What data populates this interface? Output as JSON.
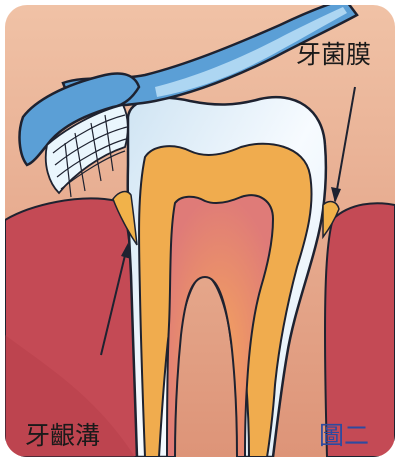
{
  "diagram": {
    "labels": {
      "plaque": "牙菌膜",
      "gingival_sulcus": "牙齦溝",
      "figure_number": "圖二"
    },
    "colors": {
      "background": "#e3a386",
      "gum": "#c44a55",
      "gum_shadow": "#b23a45",
      "enamel": "#f7fbff",
      "enamel_shade": "#cfe4f3",
      "dentin": "#f0ac4e",
      "pulp": "#df7b78",
      "pulp_core": "#f3a25f",
      "plaque": "#f1b24a",
      "brush_handle": "#5b9fd6",
      "brush_handle_light": "#b6dbf5",
      "bristles": "#eaf6fd",
      "outline": "#1e2230",
      "figure_label": "#2d4aa0"
    }
  }
}
